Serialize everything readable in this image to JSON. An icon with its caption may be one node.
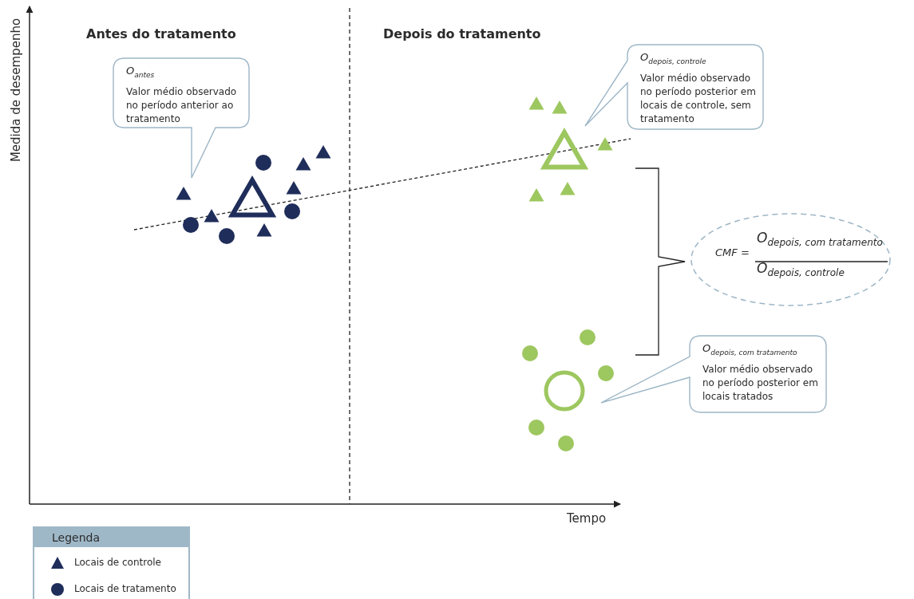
{
  "diagram": {
    "nodes": [
      {
        "text": [
          "O$_{antes}$",
          "Valor médio observado no período anterior ao tratamento"
        ]
      },
      {
        "text": [
          "O$_{depois, controle}$",
          "Valor médio observado no período posterior em locais de controle, sem tratamento"
        ]
      },
      {
        "text": [
          "CMF =",
          "O$_{depois, com tratamento}$",
          "O$_{depois,  controle}$"
        ]
      },
      {
        "text": [
          "O$_{depois, com tratamento}$",
          "Valor médio observado no período posterior em locais tratados"
        ]
      }
    ],
    "edges": [],
    "labels": [
      "Medida de desempenho",
      "Antes do tratamento",
      "Depois do tratamento",
      "Tempo",
      "Legenda"
    ],
    "legend": [
      {
        "text": "Locais de controle"
      },
      {
        "text": "Locais de tratamento"
      }
    ]
  }
}
